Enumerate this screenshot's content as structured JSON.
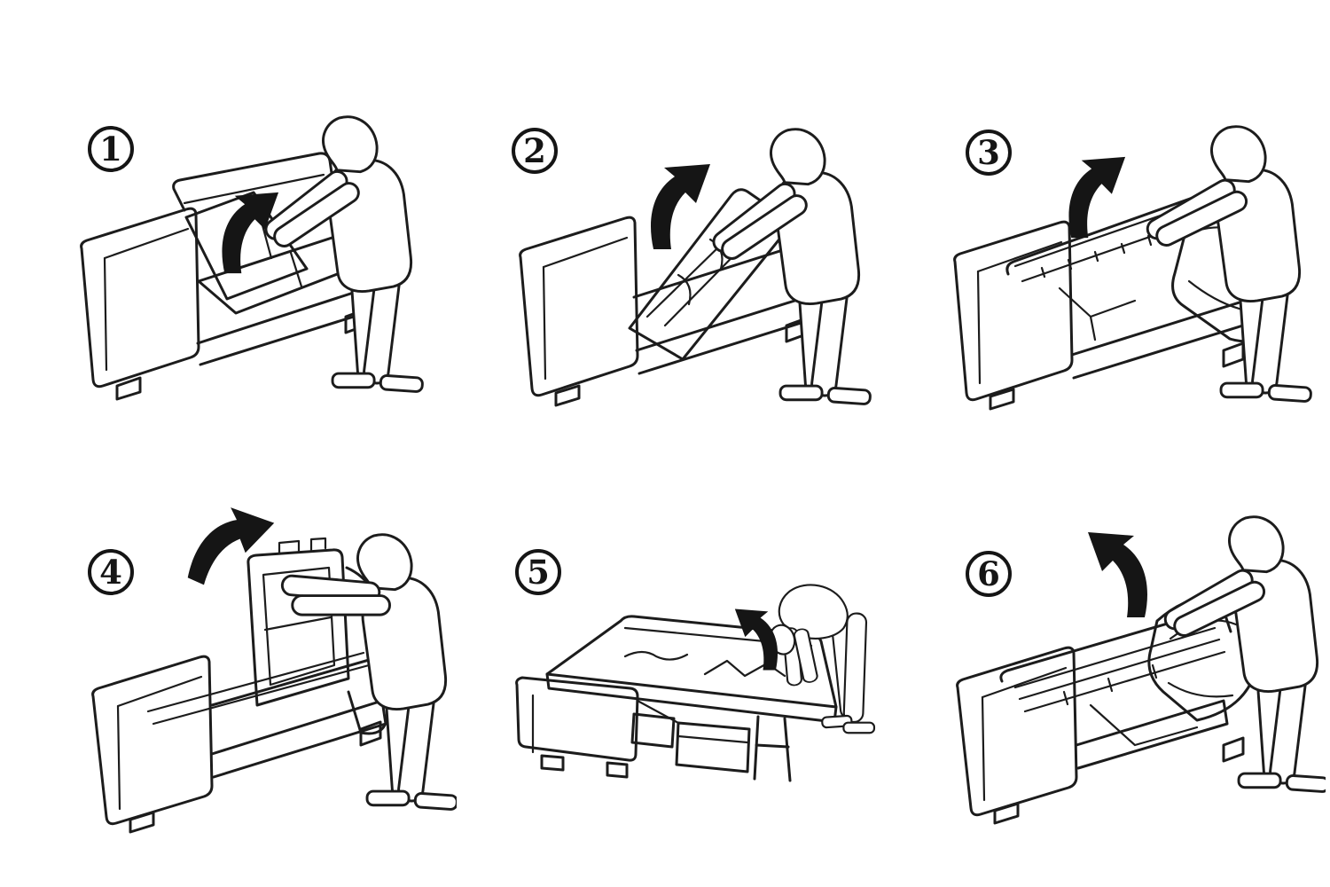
{
  "page": {
    "background_color": "#ffffff",
    "line_color": "#1c1c1c",
    "arrow_color": "#151515",
    "description": "six-step-sofa-bed-unfolding-instruction-diagram"
  },
  "steps": [
    {
      "number": "1",
      "illustration": "sofa-lift-seat-front-edge",
      "arrow": "curved-arrow-up-right"
    },
    {
      "number": "2",
      "illustration": "sofa-seat-assembly-tilted-up",
      "arrow": "curved-arrow-up-right"
    },
    {
      "number": "3",
      "illustration": "sofa-frame-open-pull-mattress-up",
      "arrow": "curved-arrow-up-right"
    },
    {
      "number": "4",
      "illustration": "bed-frame-vertical-unfolding-over",
      "arrow": "curved-arrow-right"
    },
    {
      "number": "5",
      "illustration": "bed-flat-smooth-mattress",
      "arrow": "curved-arrow-up-left-small"
    },
    {
      "number": "6",
      "illustration": "bed-fold-mattress-section-back",
      "arrow": "curved-arrow-up-left"
    }
  ]
}
